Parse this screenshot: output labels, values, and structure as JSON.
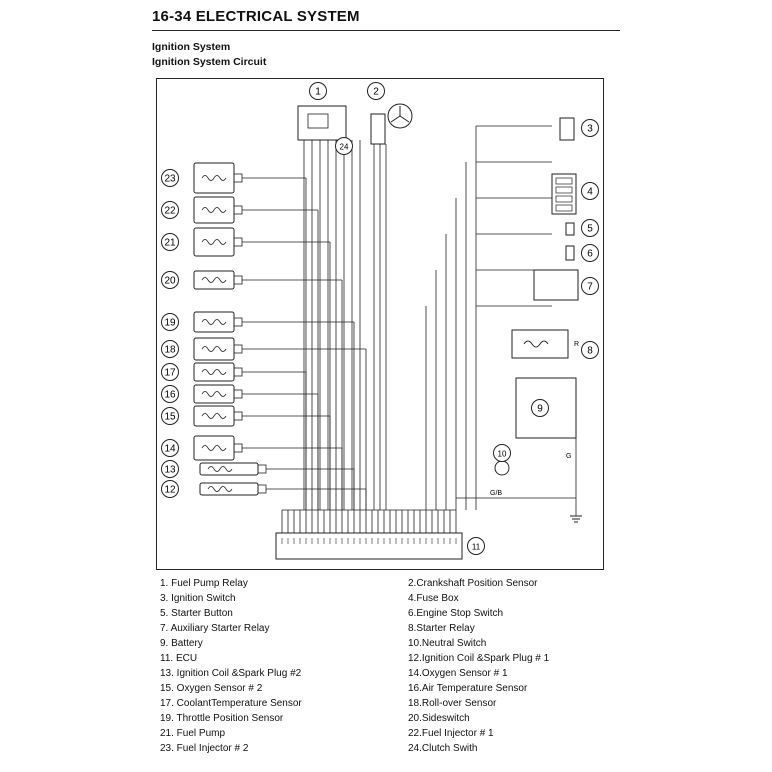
{
  "header": {
    "title": "16-34 ELECTRICAL SYSTEM"
  },
  "section": {
    "title": "Ignition System",
    "subtitle": "Ignition System Circuit"
  },
  "diagram": {
    "callout_numbers": [
      "1",
      "2",
      "3",
      "4",
      "5",
      "6",
      "7",
      "8",
      "9",
      "10",
      "11",
      "12",
      "13",
      "14",
      "15",
      "16",
      "17",
      "18",
      "19",
      "20",
      "21",
      "22",
      "23",
      "24"
    ],
    "wire_labels": {
      "ground_main": "G/B",
      "starter_relay_out": "R",
      "battery_ground": "G"
    }
  },
  "legend": {
    "left": [
      "1. Fuel Pump Relay",
      "3. Ignition Switch",
      "5. Starter Button",
      "7. Auxiliary Starter Relay",
      "9. Battery",
      "11. ECU",
      "13. Ignition Coil &Spark Plug #2",
      "15. Oxygen Sensor # 2",
      "17. CoolantTemperature Sensor",
      "19. Throttle Position Sensor",
      "21. Fuel Pump",
      "23. Fuel Injector # 2"
    ],
    "right": [
      "2.Crankshaft Position Sensor",
      "4.Fuse Box",
      "6.Engine Stop Switch",
      "8.Starter Relay",
      "10.Neutral Switch",
      "12.Ignition Coil &Spark Plug # 1",
      "14.Oxygen Sensor # 1",
      "16.Air Temperature Sensor",
      "18.Roll-over Sensor",
      "20.Sideswitch",
      "22.Fuel Injector # 1",
      "24.Clutch Swith"
    ]
  }
}
